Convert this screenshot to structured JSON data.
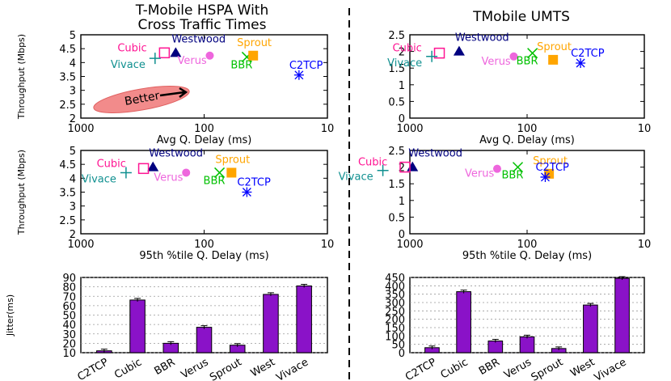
{
  "chart_data": [
    {
      "type": "scatter",
      "title": "T-Mobile HSPA With\nCross Traffic Times",
      "xlabel": "Avg Q. Delay (ms)",
      "ylabel": "Throughput (Mbps)",
      "xscale": "log-reversed",
      "xlim": [
        1000,
        10
      ],
      "ylim": [
        2,
        5
      ],
      "xticks": [
        "1000",
        "100",
        "10"
      ],
      "yticks": [
        "2",
        "2.5",
        "3",
        "3.5",
        "4",
        "4.5",
        "5"
      ],
      "annotation": "Better",
      "points": [
        {
          "name": "Westwood",
          "x": 170,
          "y": 4.35,
          "marker": "triangle",
          "color": "#00007f",
          "lx": 0,
          "ly": 0
        },
        {
          "name": "Cubic",
          "x": 210,
          "y": 4.35,
          "marker": "square",
          "color": "#ff1493",
          "lx": 0,
          "ly": 0
        },
        {
          "name": "Vivace",
          "x": 250,
          "y": 4.15,
          "marker": "plus",
          "color": "#109090",
          "lx": 0,
          "ly": 0
        },
        {
          "name": "Verus",
          "x": 90,
          "y": 4.25,
          "marker": "circle",
          "color": "#ee66dd",
          "lx": 0,
          "ly": 0
        },
        {
          "name": "BBR",
          "x": 45,
          "y": 4.2,
          "marker": "x",
          "color": "#00c000",
          "lx": 0,
          "ly": 0
        },
        {
          "name": "Sprout",
          "x": 40,
          "y": 4.25,
          "marker": "sqfill",
          "color": "#ffa500",
          "lx": 0,
          "ly": 0
        },
        {
          "name": "C2TCP",
          "x": 17,
          "y": 3.55,
          "marker": "star",
          "color": "#0000ff",
          "lx": 0,
          "ly": 0
        }
      ]
    },
    {
      "type": "scatter",
      "title": "TMobile UMTS",
      "xlabel": "Avg Q. Delay (ms)",
      "ylabel": "",
      "xscale": "log-reversed",
      "xlim": [
        1000,
        10
      ],
      "ylim": [
        0,
        2.5
      ],
      "xticks": [
        "1000",
        "100",
        "10"
      ],
      "yticks": [
        "0",
        "0.5",
        "1",
        "1.5",
        "2",
        "2.5"
      ],
      "points": [
        {
          "name": "Westwood",
          "x": 380,
          "y": 2.0,
          "marker": "triangle",
          "color": "#00007f"
        },
        {
          "name": "Cubic",
          "x": 560,
          "y": 1.95,
          "marker": "square",
          "color": "#ff1493"
        },
        {
          "name": "Vivace",
          "x": 650,
          "y": 1.85,
          "marker": "plus",
          "color": "#109090"
        },
        {
          "name": "Verus",
          "x": 130,
          "y": 1.85,
          "marker": "circle",
          "color": "#ee66dd"
        },
        {
          "name": "BBR",
          "x": 90,
          "y": 1.95,
          "marker": "x",
          "color": "#00c000"
        },
        {
          "name": "Sprout",
          "x": 60,
          "y": 1.75,
          "marker": "sqfill",
          "color": "#ffa500"
        },
        {
          "name": "C2TCP",
          "x": 35,
          "y": 1.65,
          "marker": "star",
          "color": "#0000ff"
        }
      ]
    },
    {
      "type": "scatter",
      "title": "",
      "xlabel": "95th %tile Q. Delay (ms)",
      "ylabel": "Throughput (Mbps)",
      "xscale": "log-reversed",
      "xlim": [
        1000,
        10
      ],
      "ylim": [
        2,
        5
      ],
      "xticks": [
        "1000",
        "100",
        "10"
      ],
      "yticks": [
        "2",
        "2.5",
        "3",
        "3.5",
        "4",
        "4.5",
        "5"
      ],
      "points": [
        {
          "name": "Westwood",
          "x": 260,
          "y": 4.4,
          "marker": "triangle",
          "color": "#00007f"
        },
        {
          "name": "Cubic",
          "x": 310,
          "y": 4.35,
          "marker": "square",
          "color": "#ff1493"
        },
        {
          "name": "Vivace",
          "x": 430,
          "y": 4.2,
          "marker": "plus",
          "color": "#109090"
        },
        {
          "name": "Verus",
          "x": 140,
          "y": 4.2,
          "marker": "circle",
          "color": "#ee66dd"
        },
        {
          "name": "BBR",
          "x": 75,
          "y": 4.2,
          "marker": "x",
          "color": "#00c000"
        },
        {
          "name": "Sprout",
          "x": 60,
          "y": 4.2,
          "marker": "sqfill",
          "color": "#ffa500"
        },
        {
          "name": "C2TCP",
          "x": 45,
          "y": 3.5,
          "marker": "star",
          "color": "#0000ff"
        }
      ]
    },
    {
      "type": "scatter",
      "title": "",
      "xlabel": "95th %tile Q. Delay (ms)",
      "ylabel": "",
      "xscale": "log-reversed",
      "xlim": [
        1000,
        10
      ],
      "ylim": [
        0,
        2.5
      ],
      "xticks": [
        "1000",
        "100",
        "10"
      ],
      "yticks": [
        "0",
        "0.5",
        "1",
        "1.5",
        "2",
        "2.5"
      ],
      "points": [
        {
          "name": "Westwood",
          "x": 950,
          "y": 2.0,
          "marker": "triangle",
          "color": "#00007f"
        },
        {
          "name": "Cubic",
          "x": 1100,
          "y": 2.0,
          "marker": "square",
          "color": "#ff1493"
        },
        {
          "name": "Vivace",
          "x": 1700,
          "y": 1.9,
          "marker": "plus",
          "color": "#109090"
        },
        {
          "name": "Verus",
          "x": 180,
          "y": 1.95,
          "marker": "circle",
          "color": "#ee66dd"
        },
        {
          "name": "BBR",
          "x": 120,
          "y": 2.0,
          "marker": "x",
          "color": "#00c000"
        },
        {
          "name": "Sprout",
          "x": 65,
          "y": 1.8,
          "marker": "sqfill",
          "color": "#ffa500"
        },
        {
          "name": "C2TCP",
          "x": 70,
          "y": 1.7,
          "marker": "star",
          "color": "#0000ff"
        }
      ]
    },
    {
      "type": "bar",
      "ylabel": "Jitter(ms)",
      "categories": [
        "C2TCP",
        "Cubic",
        "BBR",
        "Verus",
        "Sprout",
        "West",
        "Vivace"
      ],
      "values": [
        12,
        66,
        20,
        37,
        18,
        72,
        81
      ],
      "ylim": [
        10,
        90
      ],
      "yticks": [
        "10",
        "20",
        "30",
        "40",
        "50",
        "60",
        "70",
        "80",
        "90"
      ],
      "color": "#8a12c8"
    },
    {
      "type": "bar",
      "ylabel": "",
      "categories": [
        "C2TCP",
        "Cubic",
        "BBR",
        "Verus",
        "Sprout",
        "West",
        "Vivace"
      ],
      "values": [
        30,
        365,
        70,
        95,
        25,
        285,
        445
      ],
      "ylim": [
        0,
        450
      ],
      "yticks": [
        "0",
        "50",
        "100",
        "150",
        "200",
        "250",
        "300",
        "350",
        "400",
        "450"
      ],
      "color": "#8a12c8"
    }
  ]
}
